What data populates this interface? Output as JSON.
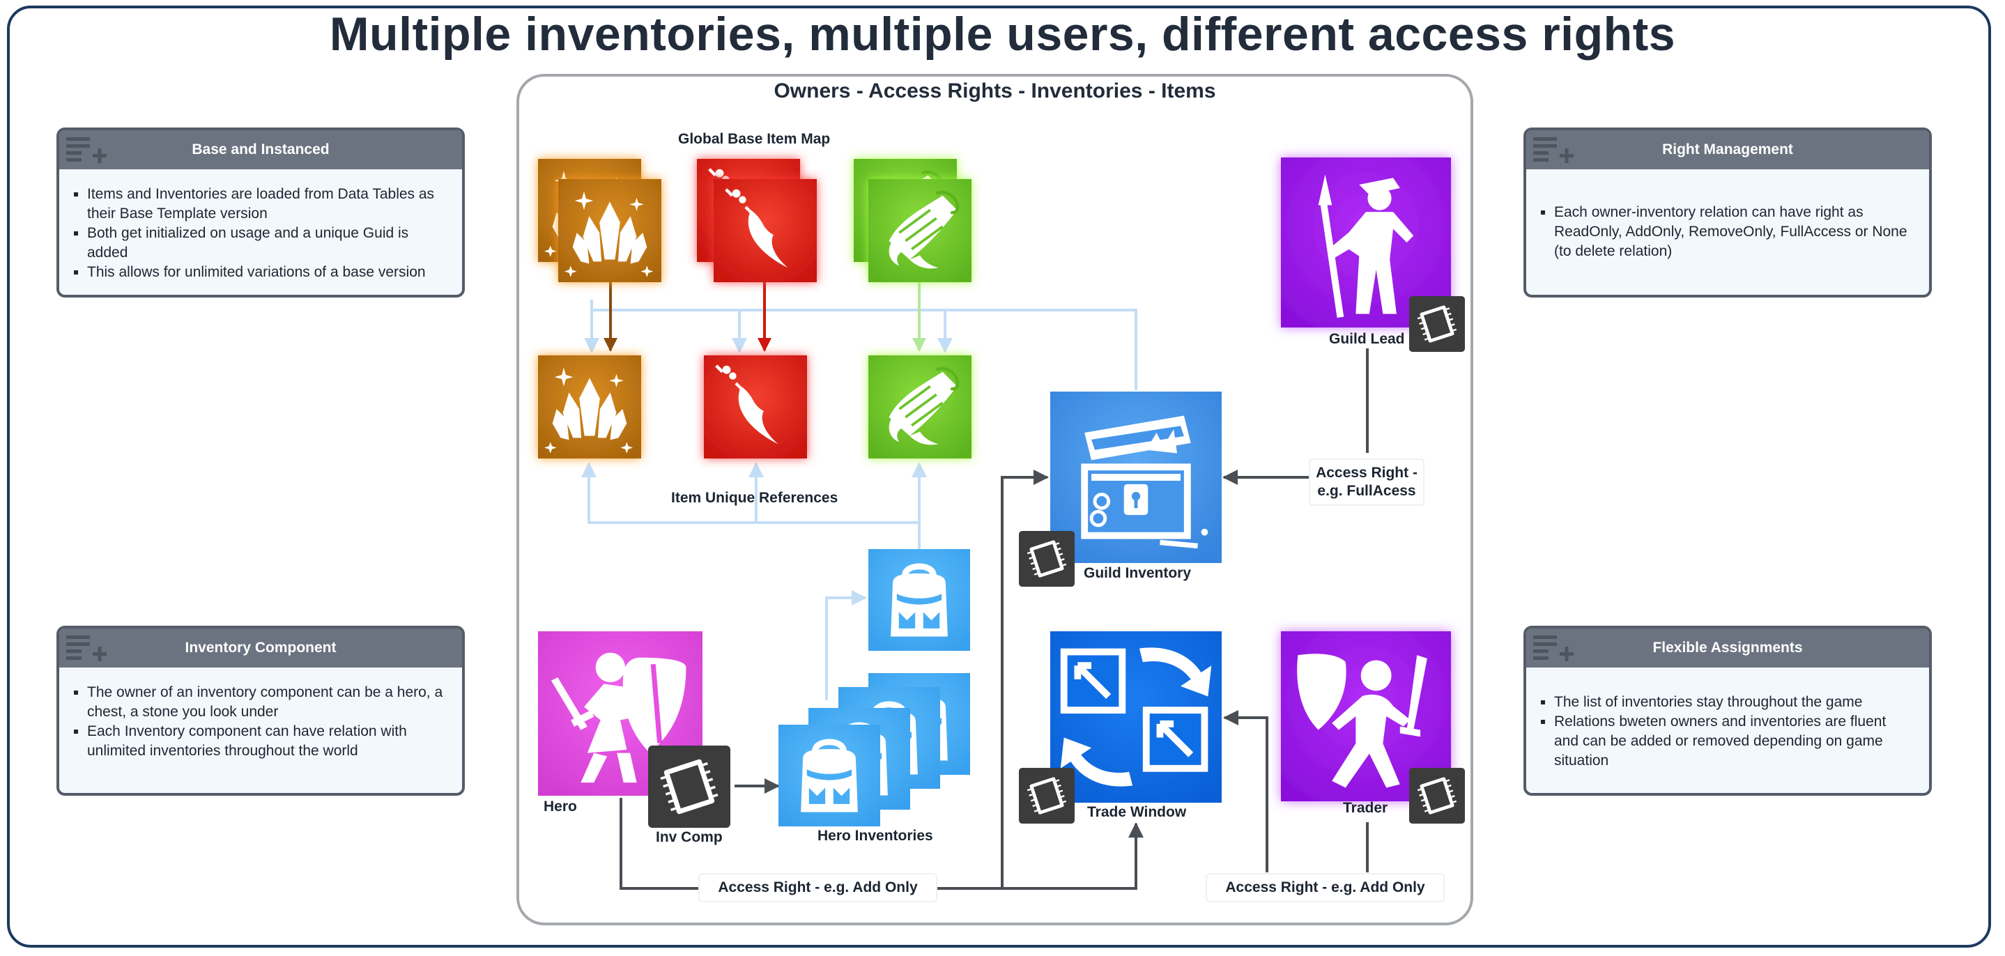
{
  "page": {
    "title": "Multiple inventories, multiple users, different access rights"
  },
  "diagram": {
    "title": "Owners - Access Rights - Inventories - Items",
    "labels": {
      "global_base_item_map": "Global Base Item Map",
      "item_unique_references": "Item Unique References",
      "guild_lead": "Guild Lead",
      "guild_inventory": "Guild Inventory",
      "hero": "Hero",
      "inv_comp": "Inv Comp",
      "hero_inventories": "Hero Inventories",
      "trade_window": "Trade Window",
      "trader": "Trader"
    },
    "connectors": {
      "guild_access_line1": "Access Right -",
      "guild_access_line2": "e.g. FullAcess",
      "hero_access": "Access Right - e.g. Add Only",
      "trader_access": "Access Right - e.g. Add Only"
    },
    "colors": {
      "crystal": "#c07a18",
      "quill": "#e0231e",
      "scroll": "#72c52a",
      "chest": "#4596ea",
      "backpack": "#48adf5",
      "hero": "#e64fe2",
      "owner": "#a21af0",
      "trade": "#0f6fe6",
      "link_light": "#c3ddf6",
      "link_dark": "#4a4f55"
    },
    "icons": [
      "crystal-icon",
      "quill-icon",
      "scroll-icon",
      "treasure-chest-icon",
      "backpack-icon",
      "knight-icon",
      "spearman-icon",
      "swordsman-icon",
      "trade-arrows-icon",
      "chip-icon"
    ]
  },
  "boxes": {
    "base_instanced": {
      "title": "Base and Instanced",
      "items": [
        "Items and Inventories are loaded from Data Tables as their Base Template version",
        "Both get initialized on usage and a unique Guid is added",
        "This allows for unlimited variations of a base version"
      ]
    },
    "inventory_component": {
      "title": "Inventory Component",
      "items": [
        "The owner of an inventory component can be a hero, a chest, a stone you look under",
        "Each Inventory component can have relation with unlimited inventories throughout the world"
      ]
    },
    "right_management": {
      "title": "Right Management",
      "items": [
        "Each owner-inventory relation can have right as ReadOnly, AddOnly, RemoveOnly, FullAccess or None (to delete relation)"
      ]
    },
    "flexible_assignments": {
      "title": "Flexible Assignments",
      "items": [
        "The list of inventories stay throughout the game",
        "Relations bweten owners and inventories are fluent and can be added or removed depending on game situation"
      ]
    }
  }
}
